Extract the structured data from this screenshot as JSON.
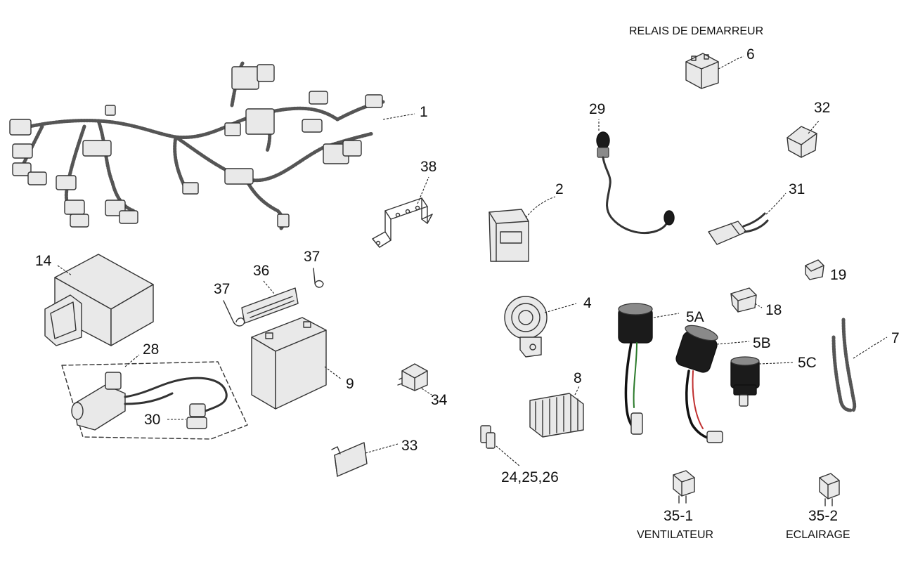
{
  "labels": {
    "relay_title": "RELAIS DE DEMARREUR",
    "l1": "1",
    "l2": "2",
    "l4": "4",
    "l5a": "5A",
    "l5b": "5B",
    "l5c": "5C",
    "l6": "6",
    "l7": "7",
    "l8": "8",
    "l9": "9",
    "l14": "14",
    "l18": "18",
    "l19": "19",
    "l24": "24,25,26",
    "l28": "28",
    "l29": "29",
    "l30": "30",
    "l31": "31",
    "l32": "32",
    "l33": "33",
    "l34": "34",
    "l35_1": "35-1",
    "l35_2": "35-2",
    "l36": "36",
    "l37a": "37",
    "l37b": "37",
    "l38": "38",
    "ventilateur": "VENTILATEUR",
    "eclairage": "ECLAIRAGE"
  }
}
